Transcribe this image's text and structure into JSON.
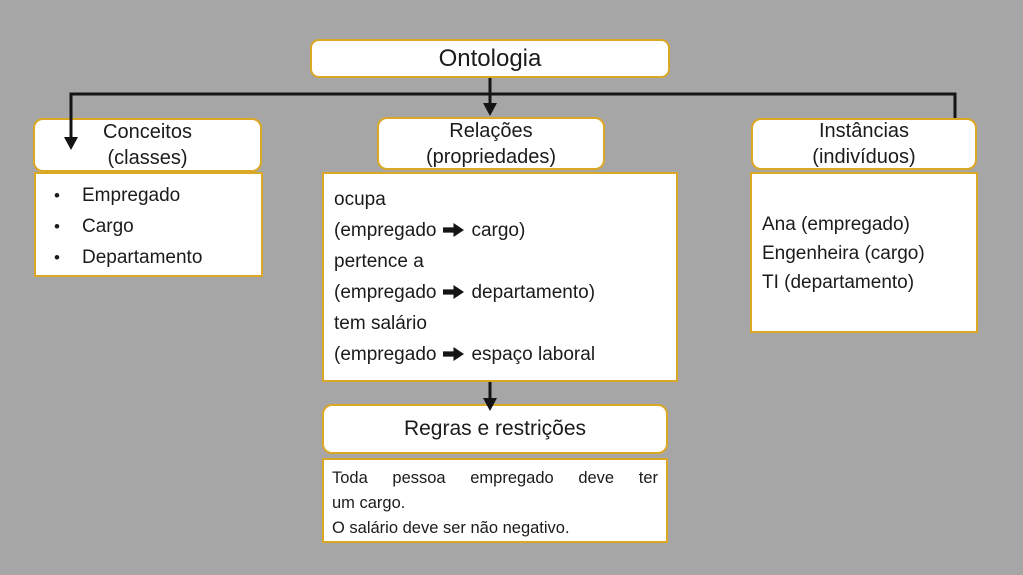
{
  "palette": {
    "background": "#a6a6a6",
    "box_fill": "#ffffff",
    "box_border": "#dba825",
    "connector_color": "#141414",
    "text_color": "#1b1b1b"
  },
  "root_node": {
    "title": "Ontologia"
  },
  "conceitos": {
    "title_line1": "Conceitos",
    "title_line2": "(classes)",
    "items": [
      "Empregado",
      "Cargo",
      "Departamento"
    ]
  },
  "relacoes": {
    "title_line1": "Relações",
    "title_line2": "(propriedades)",
    "lines": [
      {
        "text": "ocupa"
      },
      {
        "pre": "(empregado",
        "arrow": true,
        "post": "cargo)"
      },
      {
        "text": "pertence a"
      },
      {
        "pre": "(empregado",
        "arrow": true,
        "post": "departamento)"
      },
      {
        "text": "tem salário"
      },
      {
        "pre": "(empregado",
        "arrow": true,
        "post": "espaço laboral"
      }
    ]
  },
  "instancias": {
    "title_line1": "Instâncias",
    "title_line2": "(indivíduos)",
    "items": [
      "Ana (empregado)",
      "Engenheira (cargo)",
      "TI (departamento)"
    ]
  },
  "regras": {
    "title": "Regras e restrições",
    "lines": [
      {
        "text": "Toda pessoa empregado deve ter",
        "justify": true
      },
      {
        "text": "um cargo."
      },
      {
        "text": "O salário deve ser não negativo."
      }
    ]
  },
  "icons": {
    "right_arrow": "➡",
    "down_arrow": "↓"
  }
}
